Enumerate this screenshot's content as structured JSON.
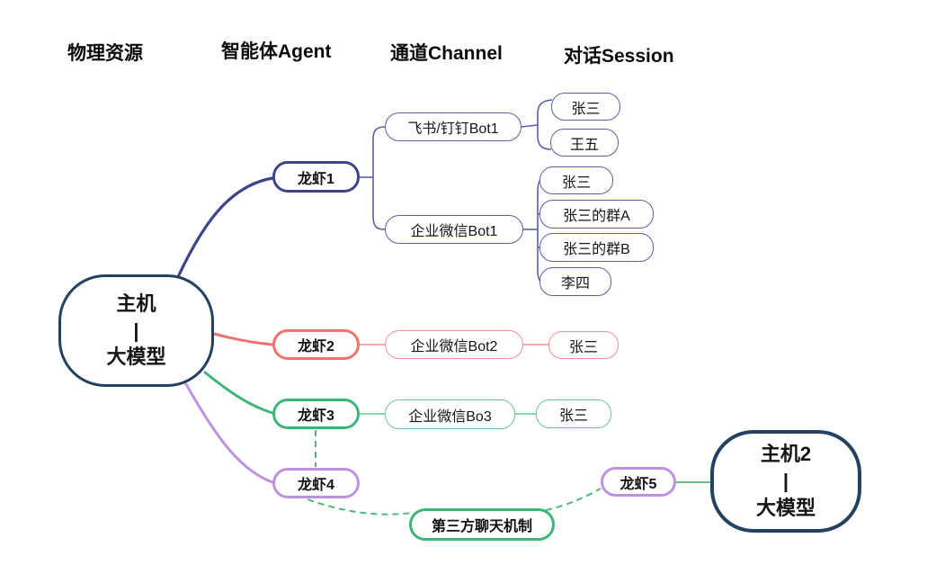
{
  "headers": {
    "physical": "物理资源",
    "agent": "智能体Agent",
    "channel": "通道Channel",
    "session": "对话Session"
  },
  "nodes": {
    "host1": {
      "line1": "主机",
      "line2": "|",
      "line3": "大模型"
    },
    "host2": {
      "line1": "主机2",
      "line2": "|",
      "line3": "大模型"
    },
    "lobster1": "龙虾1",
    "lobster2": "龙虾2",
    "lobster3": "龙虾3",
    "lobster4": "龙虾4",
    "lobster5": "龙虾5",
    "feishu_dingtalk_bot1": "飞书/钉钉Bot1",
    "wecom_bot1": "企业微信Bot1",
    "wecom_bot2": "企业微信Bot2",
    "wecom_bo3": "企业微信Bo3",
    "third_party_chat": "第三方聊天机制"
  },
  "sessions": {
    "feishu_zhangsan": "张三",
    "feishu_wangwu": "王五",
    "wecom1_zhangsan": "张三",
    "wecom1_group_a": "张三的群A",
    "wecom1_group_b": "张三的群B",
    "wecom1_lisi": "李四",
    "wecom2_zhangsan": "张三",
    "wecom3_zhangsan": "张三"
  },
  "colors": {
    "navy": "#24425f",
    "branch1": "#3f4389",
    "branch1_thin": "#5c5fa8",
    "branch2": "#f2706e",
    "branch2_thin": "#f2918f",
    "branch3": "#3db478",
    "branch3_thin": "#6fc497",
    "branch4": "#bd93e0",
    "dash_green": "#4db87c",
    "background": "#ffffff",
    "text": "#141414"
  }
}
